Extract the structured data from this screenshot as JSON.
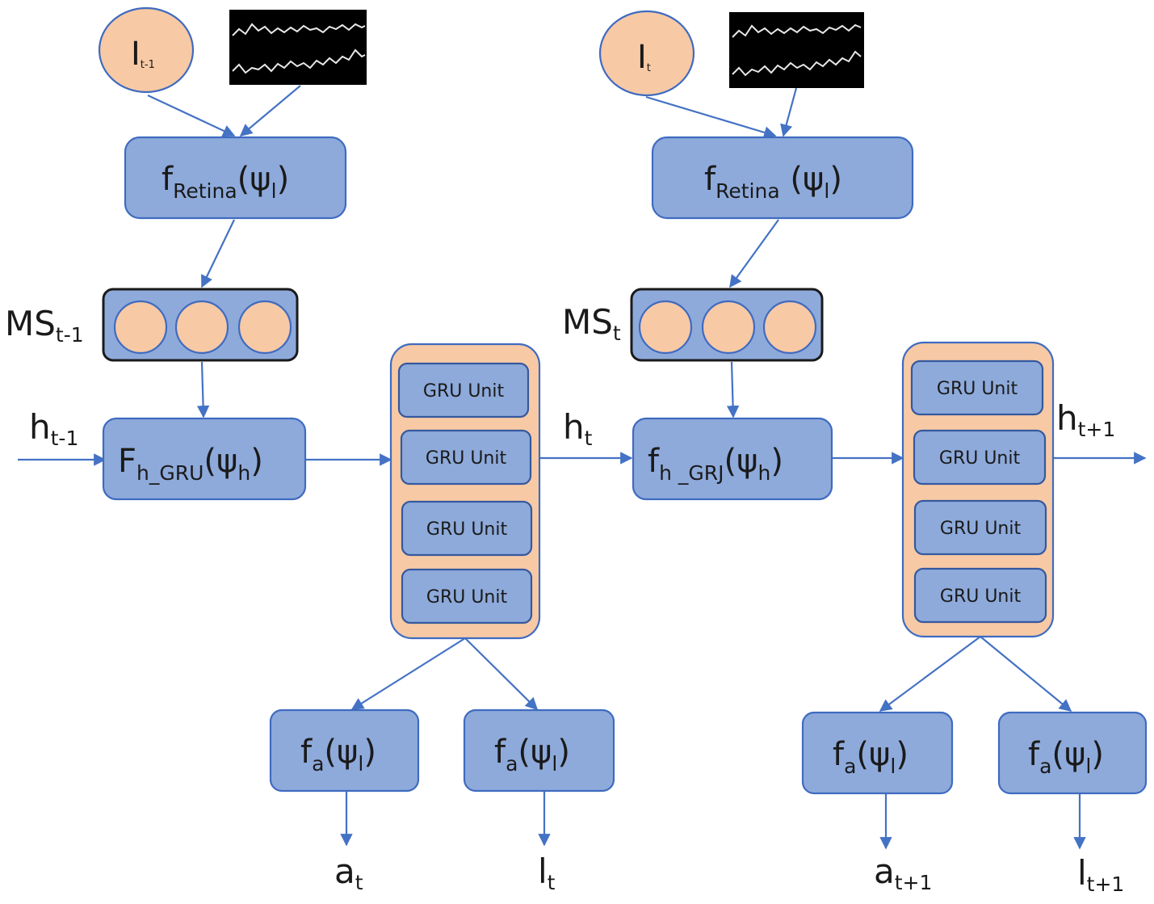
{
  "inputs": {
    "left": {
      "base": "I",
      "sub": "t-1"
    },
    "right": {
      "base": "I",
      "sub": "t"
    }
  },
  "retina": {
    "left": {
      "base": "f",
      "sub": "Retina",
      "arg": "(ψ",
      "argsub": "l",
      "close": ")"
    },
    "right": {
      "base": "f",
      "sub": "Retina",
      "arg": " (ψ",
      "argsub": "l",
      "close": ")"
    }
  },
  "ms": {
    "left": {
      "base": "MS",
      "sub": "t-1"
    },
    "right": {
      "base": "MS",
      "sub": "t"
    }
  },
  "hidden": {
    "left": {
      "base": "h",
      "sub": "t-1"
    },
    "mid": {
      "base": "h",
      "sub": "t"
    },
    "right": {
      "base": "h",
      "sub": "t+1"
    }
  },
  "fh": {
    "left": {
      "base": "F",
      "sub": "h_GRU",
      "arg": "(ψ",
      "argsub": "h",
      "close": ")"
    },
    "right": {
      "base": "f",
      "sub": "h _GRJ",
      "arg": "(ψ",
      "argsub": "h",
      "close": ")"
    }
  },
  "gru_unit_label": "GRU Unit",
  "fa": {
    "base": "f",
    "sub": "a",
    "arg": "(ψ",
    "argsub": "l",
    "close": ")"
  },
  "outputs": {
    "a_left": {
      "base": "a",
      "sub": "t"
    },
    "l_left": {
      "base": "l",
      "sub": "t"
    },
    "a_right": {
      "base": "a",
      "sub": "t+1"
    },
    "l_right": {
      "base": "l",
      "sub": "t+1"
    }
  }
}
